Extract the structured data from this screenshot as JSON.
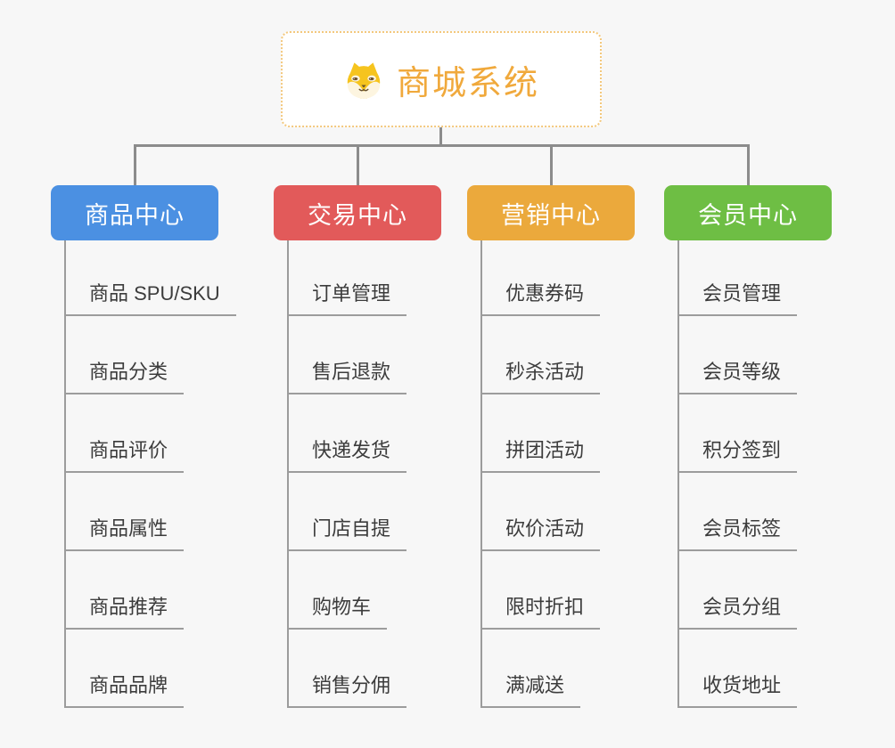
{
  "root": {
    "title": "商城系统",
    "icon": "shiba-dog-icon"
  },
  "branches": [
    {
      "label": "商品中心",
      "color": "#4b90e2",
      "children": [
        "商品 SPU/SKU",
        "商品分类",
        "商品评价",
        "商品属性",
        "商品推荐",
        "商品品牌"
      ]
    },
    {
      "label": "交易中心",
      "color": "#e25a5a",
      "children": [
        "订单管理",
        "售后退款",
        "快递发货",
        "门店自提",
        "购物车",
        "销售分佣"
      ]
    },
    {
      "label": "营销中心",
      "color": "#eba93c",
      "children": [
        "优惠券码",
        "秒杀活动",
        "拼团活动",
        "砍价活动",
        "限时折扣",
        "满减送"
      ]
    },
    {
      "label": "会员中心",
      "color": "#6ebe44",
      "children": [
        "会员管理",
        "会员等级",
        "积分签到",
        "会员标签",
        "会员分组",
        "收货地址"
      ]
    }
  ],
  "colors": {
    "background": "#f7f7f7",
    "connector_line": "#8c8c8c",
    "leaf_line": "#9c9c9c",
    "root_text": "#f0a93c",
    "root_border": "#f3c87d",
    "leaf_text": "#3c3c3c"
  }
}
